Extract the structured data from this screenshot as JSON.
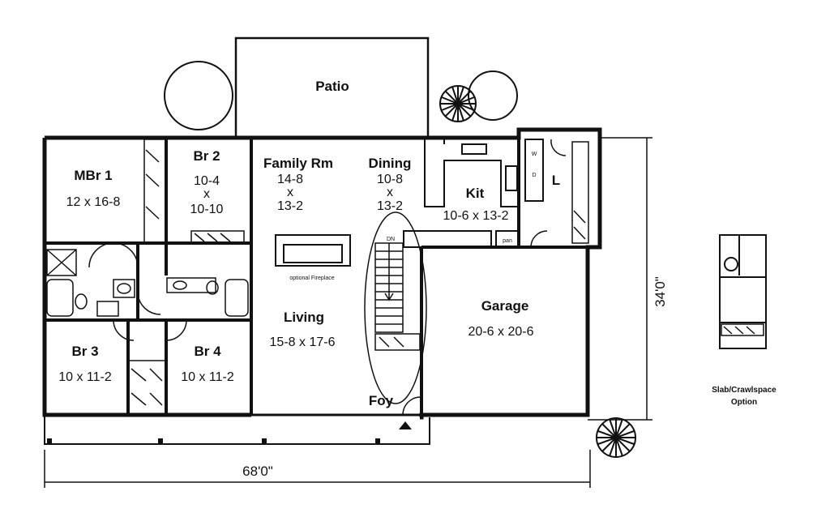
{
  "rooms": {
    "patio": {
      "name": "Patio"
    },
    "mbr1": {
      "name": "MBr 1",
      "size": "12 x 16-8"
    },
    "br2": {
      "name": "Br 2",
      "size_w": "10-4",
      "size_x": "x",
      "size_l": "10-10"
    },
    "family": {
      "name": "Family Rm",
      "size_w": "14-8",
      "size_x": "x",
      "size_l": "13-2"
    },
    "dining": {
      "name": "Dining",
      "size_w": "10-8",
      "size_x": "x",
      "size_l": "13-2"
    },
    "kit": {
      "name": "Kit",
      "size": "10-6 x 13-2"
    },
    "laundry": {
      "name": "L"
    },
    "living": {
      "name": "Living",
      "size": "15-8 x 17-6"
    },
    "garage": {
      "name": "Garage",
      "size": "20-6 x 20-6"
    },
    "br3": {
      "name": "Br 3",
      "size": "10 x 11-2"
    },
    "br4": {
      "name": "Br 4",
      "size": "10 x 11-2"
    },
    "foyer": {
      "name": "Foy"
    }
  },
  "fixtures": {
    "fireplace": "optional Fireplace",
    "pantry": "pan",
    "washer": "W",
    "dryer": "D",
    "stair_down": "DN"
  },
  "dimensions": {
    "width": "68'0\"",
    "depth": "34'0\""
  },
  "option_note": {
    "line1": "Slab/Crawlspace",
    "line2": "Option"
  }
}
